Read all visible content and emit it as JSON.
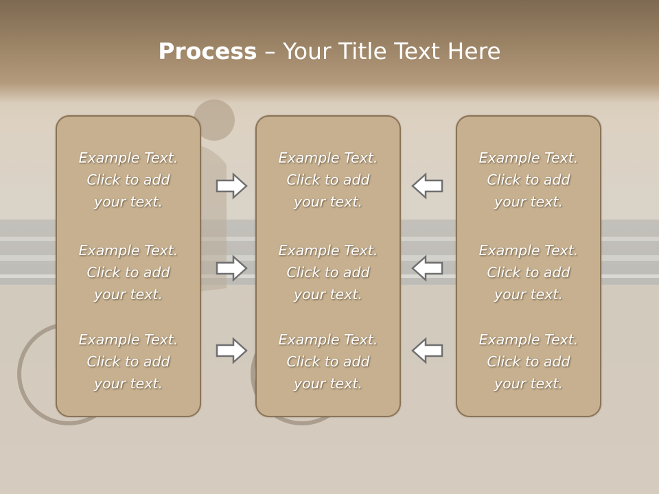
{
  "title": {
    "bold": "Process",
    "rest": " – Your Title Text Here"
  },
  "panels": [
    {
      "items": [
        "Example Text.\nClick  to add\nyour text.",
        "Example Text.\nClick  to add\nyour text.",
        "Example Text.\nClick  to add\nyour text."
      ]
    },
    {
      "items": [
        "Example Text.\nClick  to add\nyour text.",
        "Example Text.\nClick  to add\nyour text.",
        "Example Text.\nClick  to add\nyour text."
      ]
    },
    {
      "items": [
        "Example Text.\nClick  to add\nyour text.",
        "Example Text.\nClick  to add\nyour text.",
        "Example Text.\nClick  to add\nyour text."
      ]
    }
  ],
  "arrows": {
    "left_column": "right-arrow-icon",
    "right_column": "left-arrow-icon"
  },
  "colors": {
    "panel_fill": "#c6b08f",
    "panel_border": "#8a7458",
    "title_band": "#9c8466"
  }
}
